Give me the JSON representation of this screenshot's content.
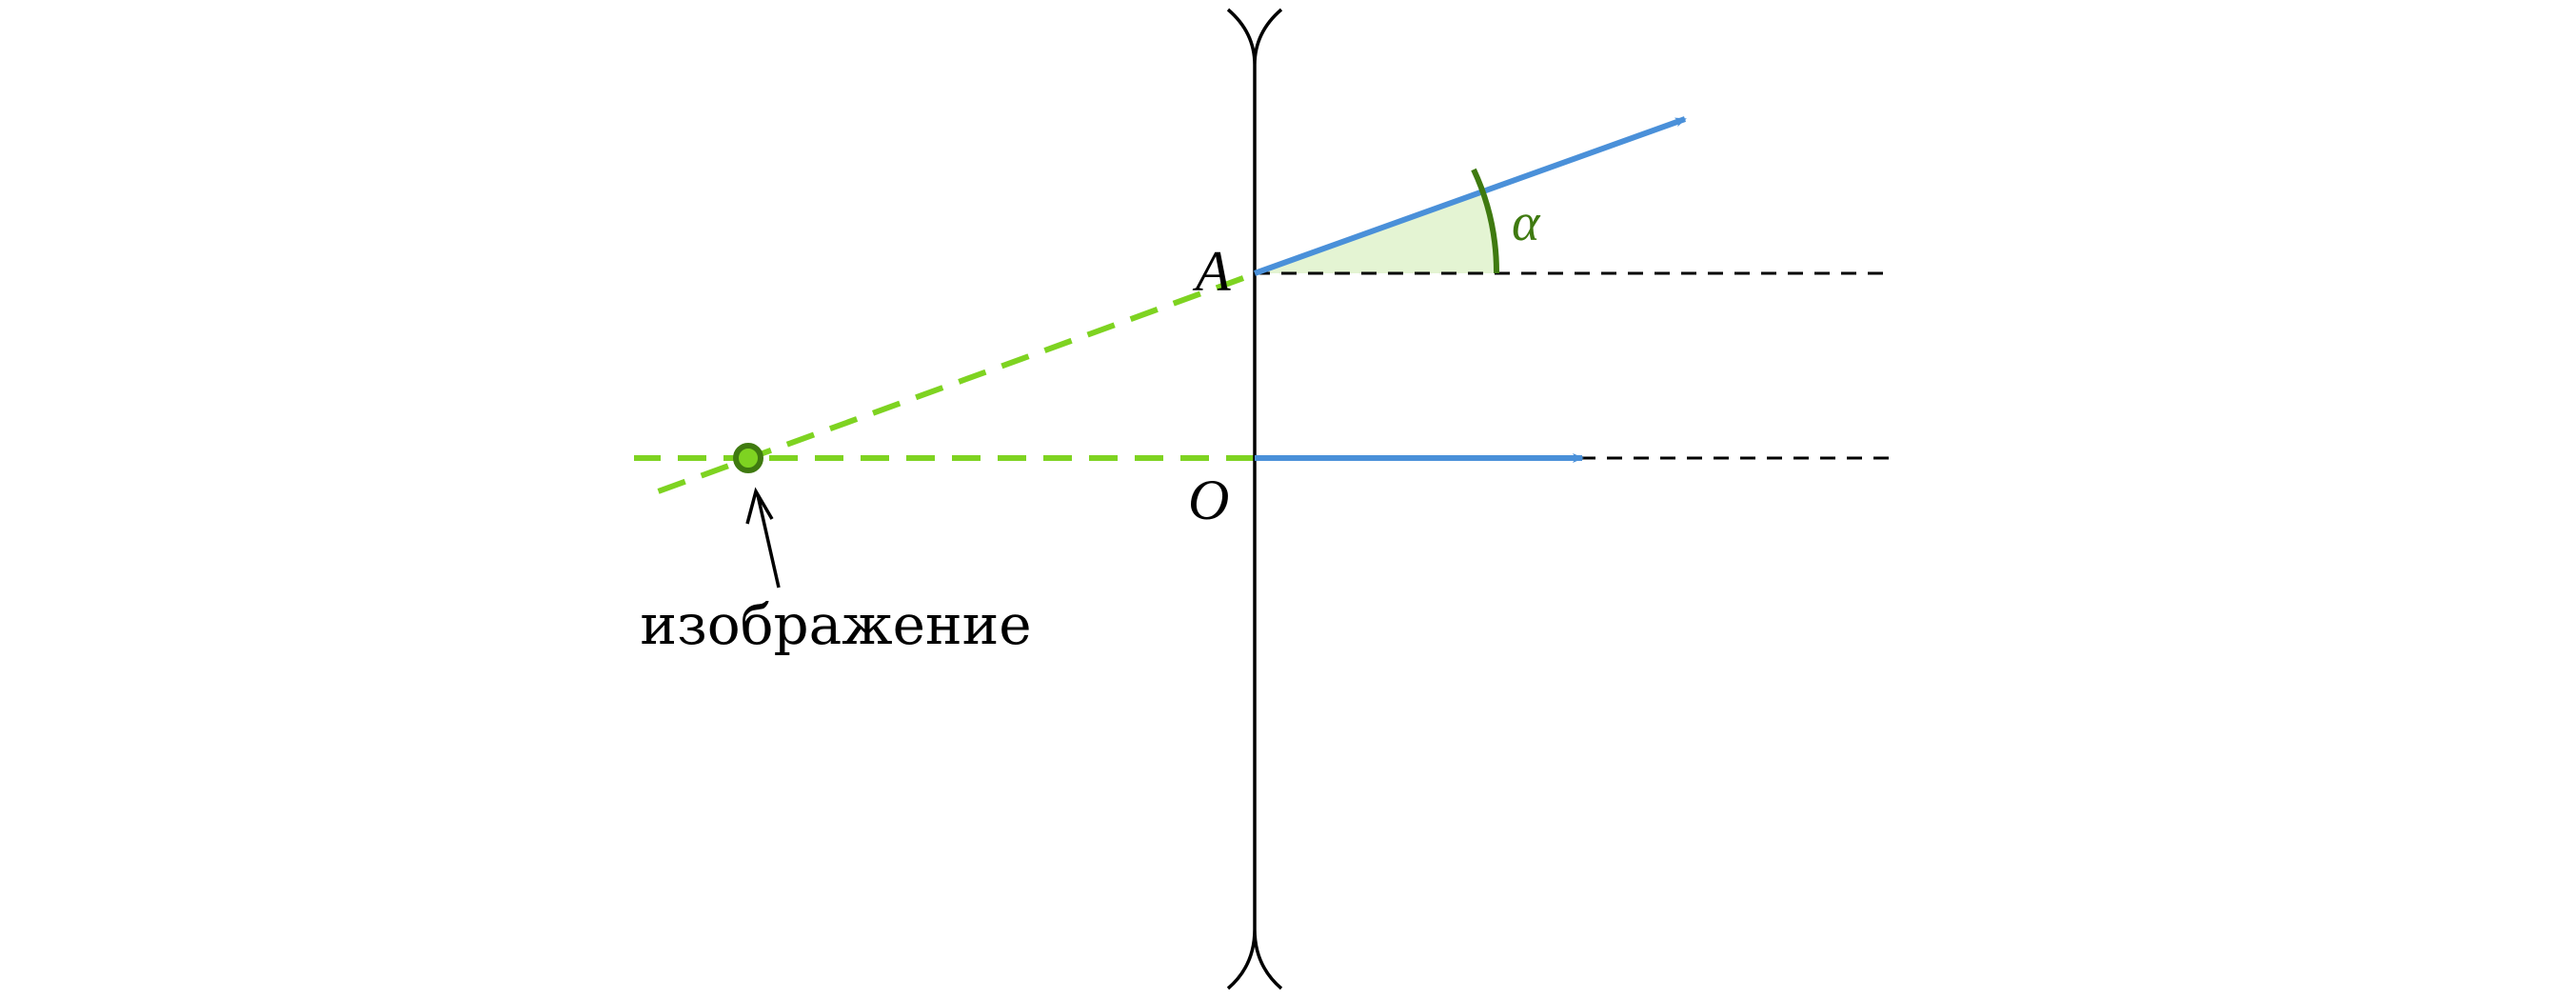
{
  "labels": {
    "point_a": "A",
    "point_o": "O",
    "angle": "α",
    "image_caption": "изображение"
  },
  "colors": {
    "lens": "#000000",
    "axis_dash": "#000000",
    "ray": "#4a90d9",
    "virtual_ray": "#7ed321",
    "angle_arc": "#3f7a10",
    "angle_fill": "#e4f4d3",
    "image_point_fill": "#7ed321",
    "image_point_stroke": "#3f7a10",
    "text": "#000000"
  },
  "elements": {
    "lens": "diverging-lens",
    "image_point": "virtual-image-point"
  }
}
